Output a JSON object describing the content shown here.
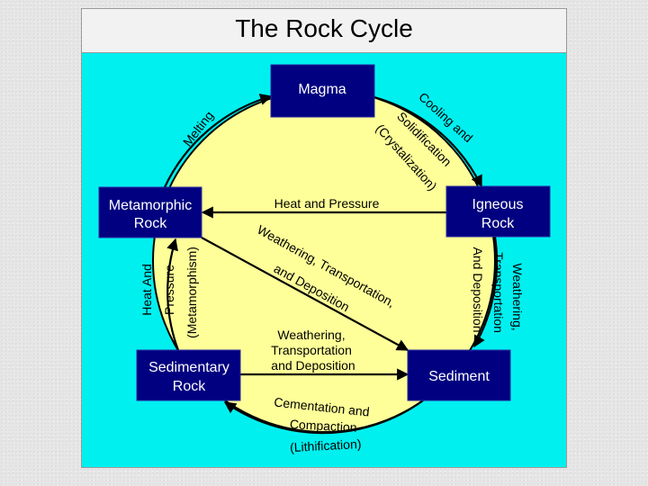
{
  "title": "The Rock Cycle",
  "colors": {
    "background": "#00f0f0",
    "circle": "#ffff99",
    "box": "#000080",
    "box_text": "#ffffff"
  },
  "nodes": {
    "magma": "Magma",
    "igneous": [
      "Igneous",
      "Rock"
    ],
    "metamorphic": [
      "Metamorphic",
      "Rock"
    ],
    "sedimentary": [
      "Sedimentary",
      "Rock"
    ],
    "sediment": "Sediment"
  },
  "labels": {
    "melting": "Melting",
    "cooling": [
      "Cooling and",
      "Solidification",
      "(Crystalization)"
    ],
    "heat_pressure": "Heat and Pressure",
    "diag": [
      "Weathering, Transportation,",
      "and Deposition"
    ],
    "right_outer": [
      "Weathering,",
      "Transportation"
    ],
    "right_inner": "And Deposition",
    "left": [
      "Heat And",
      "Pressure",
      "(Metamorphism)"
    ],
    "bottom_mid": [
      "Weathering,",
      "Transportation",
      "and Deposition"
    ],
    "cementation": [
      "Cementation and",
      "Compaction",
      "(Lithification)"
    ]
  }
}
